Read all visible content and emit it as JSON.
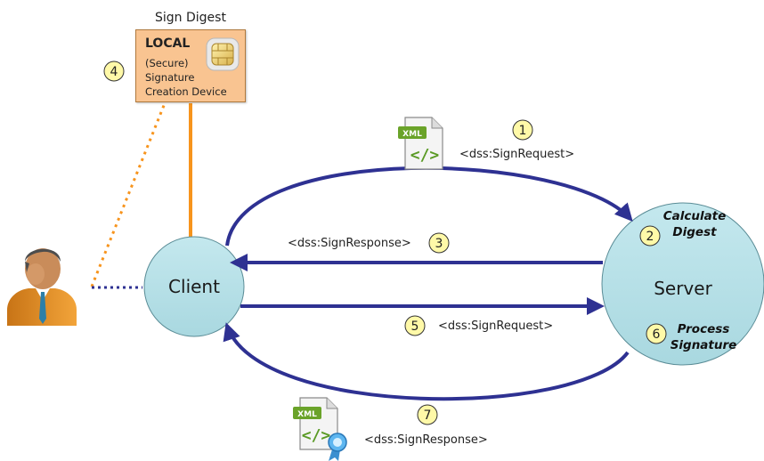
{
  "card": {
    "title": "Sign Digest",
    "heading": "LOCAL",
    "line1": "(Secure)",
    "line2": "Signature",
    "line3": "Creation Device"
  },
  "nodes": {
    "client": "Client",
    "server": "Server"
  },
  "server_steps": {
    "calc_line1": "Calculate",
    "calc_line2": "Digest",
    "proc_line1": "Process",
    "proc_line2": "Signature"
  },
  "steps": [
    {
      "num": "1",
      "label": "<dss:SignRequest>"
    },
    {
      "num": "2",
      "label": ""
    },
    {
      "num": "3",
      "label": "<dss:SignResponse>"
    },
    {
      "num": "4",
      "label": ""
    },
    {
      "num": "5",
      "label": "<dss:SignRequest>"
    },
    {
      "num": "6",
      "label": ""
    },
    {
      "num": "7",
      "label": "<dss:SignResponse>"
    }
  ],
  "icons": {
    "xml_badge": "XML",
    "xml_code": "</>"
  },
  "colors": {
    "arrow": "#2e3192",
    "orange": "#f7941d",
    "node_fill": "#b3dfe6",
    "badge_fill": "#fff9a8",
    "card_fill": "#f9c491"
  }
}
